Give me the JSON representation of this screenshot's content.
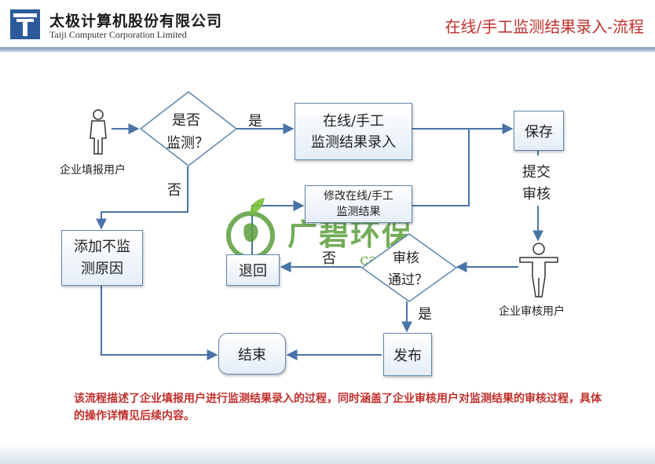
{
  "header": {
    "company_cn": "太极计算机股份有限公司",
    "company_en": "Taiji Computer Corporation Limited",
    "title": "在线/手工监测结果录入-流程"
  },
  "diagram": {
    "actor_enterprise": "企业填报用户",
    "decision_monitor": [
      "是否",
      "监测？"
    ],
    "label_yes_top": "是",
    "label_no_left": "否",
    "box_entry": [
      "在线/手工",
      "监测结果录入"
    ],
    "box_save": "保存",
    "label_submit": [
      "提交",
      "审核"
    ],
    "box_modify": [
      "修改在线/手工",
      "监测结果"
    ],
    "box_reason": [
      "添加不监",
      "测原因"
    ],
    "box_return": "退回",
    "label_no_mid": "否",
    "decision_audit": [
      "审核",
      "通过？"
    ],
    "actor_auditor": "企业审核用户",
    "label_yes_bottom": "是",
    "box_end": "结束",
    "box_publish": "发布"
  },
  "watermark": {
    "text": "广碧环保",
    "sub": "canbe"
  },
  "caption": "该流程描述了企业填报用户进行监测结果录入的过程，同时涵盖了企业审核用户对监测结果的审核过程，具体的操作详情见后续内容。",
  "colors": {
    "title_red": "#c0302c",
    "box_border": "#5f86ae",
    "arrow": "#4a74a8",
    "watermark_green": "#5b9e3a"
  }
}
